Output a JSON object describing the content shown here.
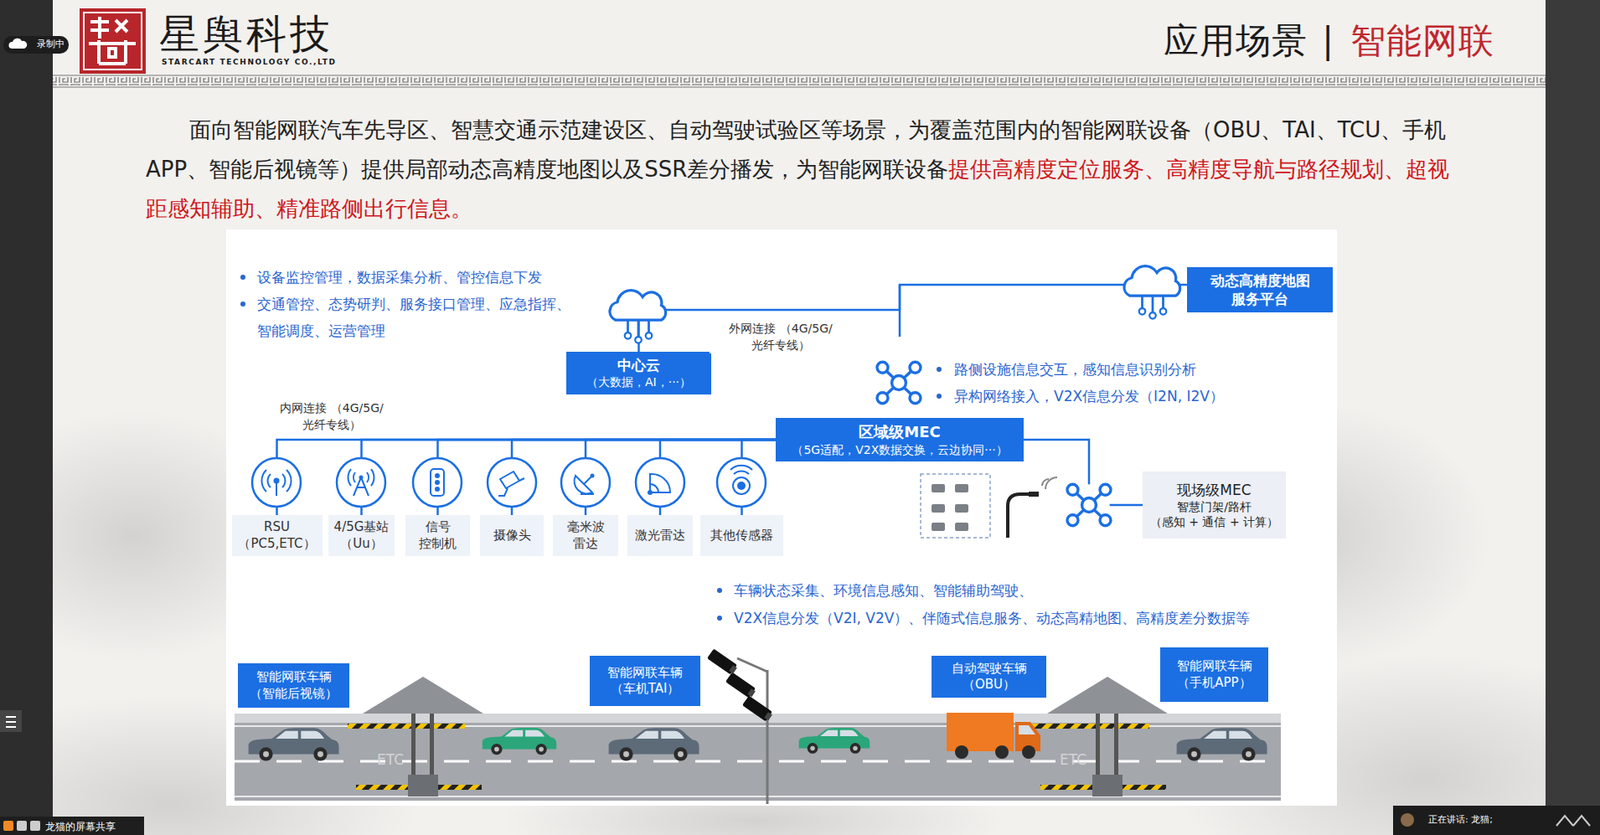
{
  "diagram": {
    "nodes": [
      {
        "text": [
          "中心云",
          "（大数据，AI，···）"
        ]
      },
      {
        "text": [
          "动态高精度地图 服务平台"
        ]
      },
      {
        "text": [
          "区域级MEC",
          "（5G适配，V2X数据交换，云边协同···）"
        ]
      },
      {
        "text": [
          "RSU",
          "（PC5,ETC）"
        ]
      },
      {
        "text": [
          "4/5G基站",
          "（Uu）"
        ]
      },
      {
        "text": [
          "信号 控制机"
        ]
      },
      {
        "text": [
          "摄像头"
        ]
      },
      {
        "text": [
          "毫米波 雷达"
        ]
      },
      {
        "text": [
          "激光雷达"
        ]
      },
      {
        "text": [
          "其他传感器"
        ]
      },
      {
        "text": [
          "现场级MEC",
          "智慧门架/路杆",
          "（感知 + 通信 + 计算）"
        ]
      },
      {
        "text": [
          "智能网联车辆",
          "（智能后视镜）"
        ]
      },
      {
        "text": [
          "智能网联车辆",
          "（车机TAI）"
        ]
      },
      {
        "text": [
          "自动驾驶车辆",
          "（OBU）"
        ]
      },
      {
        "text": [
          "智能网联车辆",
          "（手机APP）"
        ]
      }
    ],
    "edges": [
      {
        "from": 0,
        "to": 1,
        "arrow": "none",
        "label": "外网连接 （4G/5G/光纤专线）"
      },
      {
        "from": 2,
        "to": 3,
        "arrow": "none",
        "label": "内网连接 （4G/5G/光纤专线）"
      },
      {
        "from": 2,
        "to": 4,
        "arrow": "none"
      },
      {
        "from": 2,
        "to": 5,
        "arrow": "none"
      },
      {
        "from": 2,
        "to": 6,
        "arrow": "none"
      },
      {
        "from": 2,
        "to": 7,
        "arrow": "none"
      },
      {
        "from": 2,
        "to": 8,
        "arrow": "none"
      },
      {
        "from": 2,
        "to": 9,
        "arrow": "none"
      },
      {
        "from": 2,
        "to": 10,
        "arrow": "none"
      }
    ],
    "labels": [
      "录制中",
      "星舆科技",
      "STARCART TECHNOLOGY CO.,LTD",
      "应用场景",
      "|",
      "智能网联",
      "面向智能网联汽车先导区、智慧交通示范建设区、自动驾驶试验区等场景，为覆盖范围内的智能网联设备（OBU、TAI、TCU、手机APP、智能后视镜等）提供局部动态高精度地图以及SSR差分播发，为智能网联设备",
      "提供高精度定位服务、高精度导航与路径规划、超视距感知辅助、精准路侧出行信息。",
      "设备监控管理，数据采集分析、管控信息下发",
      "交通管控、态势研判、服务接口管理、应急指挥、 智能调度、运营管理",
      "路侧设施信息交互，感知信息识别分析",
      "异构网络接入，V2X信息分发（I2N, I2V）",
      "车辆状态采集、环境信息感知、智能辅助驾驶、",
      "V2X信息分发（V2I, V2V）、伴随式信息服务、动态高精地图、高精度差分数据等",
      "ETC",
      "ETC",
      "龙猫的屏幕共享",
      "正在讲话: 龙猫;"
    ]
  }
}
